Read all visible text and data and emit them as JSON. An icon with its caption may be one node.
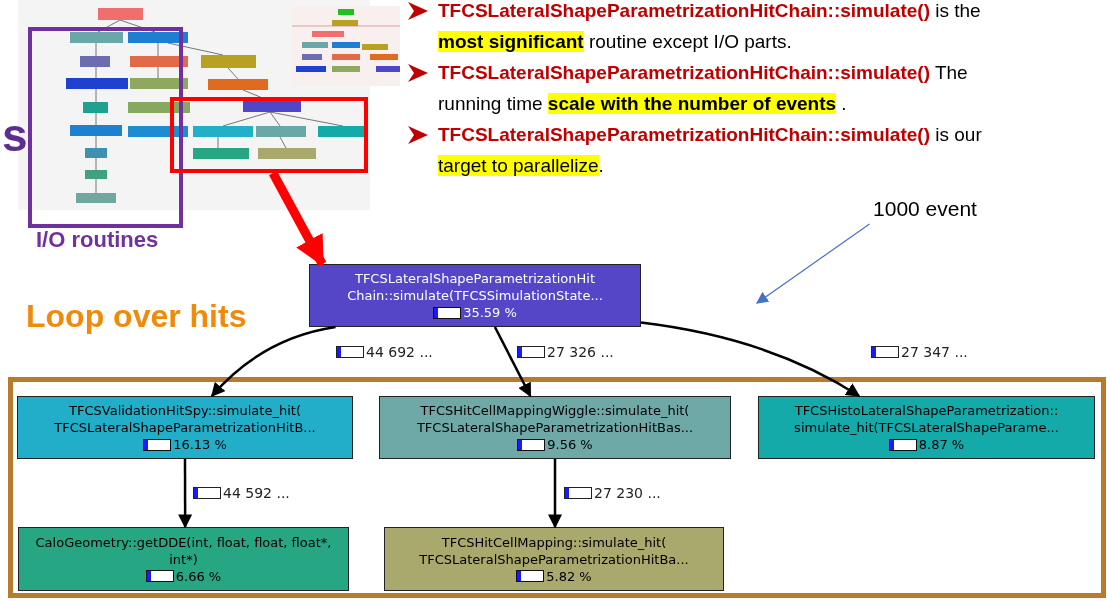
{
  "diagram": {
    "nodes": [
      {
        "text": [],
        "shape": "box",
        "beside": [
          "I/O routines"
        ]
      },
      {
        "text": [],
        "shape": "box"
      },
      {
        "text": [
          "1000 event"
        ]
      },
      {
        "text": [
          "TFCSLateralShapeParametrizationHit Chain::simulate(TFCSSimulationState...",
          "35.59 %"
        ]
      },
      {
        "text": [],
        "shape": "box",
        "beside": [
          "Loop over hits"
        ]
      },
      {
        "text": [
          "TFCSValidationHitSpy::simulate_hit( TFCSLateralShapeParametrizationHitB...",
          "16.13 %"
        ],
        "in": 4
      },
      {
        "text": [
          "TFCSHitCellMappingWiggle::simulate_hit( TFCSLateralShapeParametrizationHitBas...",
          "9.56 %"
        ],
        "in": 4
      },
      {
        "text": [
          "TFCSHistoLateralShapeParametrization:: simulate_hit(TFCSLateralShapeParame...",
          "8.87 %"
        ],
        "in": 4
      },
      {
        "text": [
          "CaloGeometry::getDDE(int, float, float, float*, int*)",
          "6.66 %"
        ],
        "in": 4
      },
      {
        "text": [
          "TFCSHitCellMapping::simulate_hit( TFCSLateralShapeParametrizationHitBa...",
          "5.82 %"
        ],
        "in": 4
      }
    ],
    "edges": [
      {
        "from": 1,
        "to": 3,
        "arrow": "to",
        "style": "thick",
        "color": "#ff0000"
      },
      {
        "from": 2,
        "to": null,
        "arrow": "to",
        "color": "#4472c4"
      },
      {
        "from": 3,
        "to": 5,
        "arrow": "to",
        "label": "44 692 ..."
      },
      {
        "from": 3,
        "to": 6,
        "arrow": "to",
        "label": "27 326 ..."
      },
      {
        "from": 3,
        "to": 7,
        "arrow": "to",
        "label": "27 347 ..."
      },
      {
        "from": 5,
        "to": 8,
        "arrow": "to",
        "label": "44 592 ..."
      },
      {
        "from": 6,
        "to": 9,
        "arrow": "to",
        "label": "27 230 ..."
      }
    ],
    "labels": [
      "**TFCSLateralShapeParametrizationHitChain::simulate()** is the **most significant** routine except I/O parts.",
      "**TFCSLateralShapeParametrizationHitChain::simulate()** The running time **scale with the number of events** .",
      "**TFCSLateralShapeParametrizationHitChain::simulate()** is our *target to parallelize*.",
      "s"
    ]
  }
}
